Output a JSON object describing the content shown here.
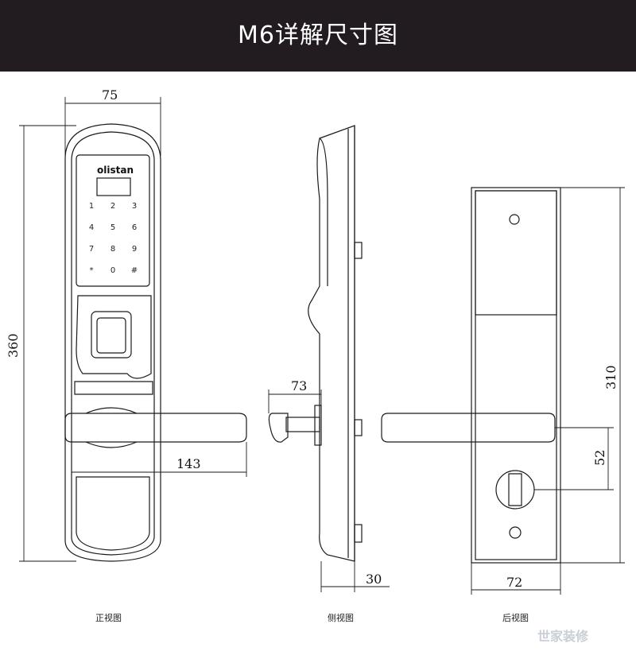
{
  "header": {
    "title": "M6详解尺寸图"
  },
  "front_view": {
    "brand": "olistan",
    "keypad_keys": [
      "1",
      "2",
      "3",
      "4",
      "5",
      "6",
      "7",
      "8",
      "9",
      "*",
      "0",
      "#"
    ],
    "dim_width": "75",
    "dim_height": "360",
    "dim_handle": "143",
    "caption": "正视图"
  },
  "side_view": {
    "dim_handle_projection": "73",
    "dim_depth": "30",
    "caption": "侧视图"
  },
  "back_view": {
    "dim_height": "310",
    "dim_knob_offset": "52",
    "dim_width": "72",
    "caption": "后视图"
  },
  "watermark": "世家装修"
}
